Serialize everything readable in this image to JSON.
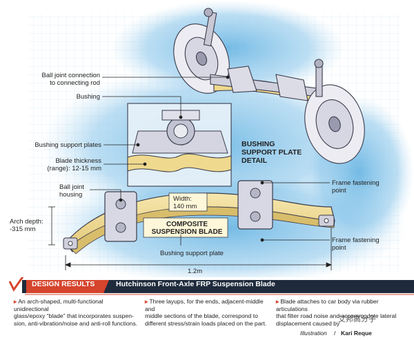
{
  "labels": {
    "ball_joint_connection_line1": "Ball joint connection",
    "ball_joint_connection_line2": "to  connecting rod",
    "bushing": "Bushing",
    "bushing_support_plates": "Bushing support plates",
    "blade_thickness_line1": "Blade thickness",
    "blade_thickness_line2": "(range): 12-15 mm",
    "ball_joint_housing_line1": "Ball joint",
    "ball_joint_housing_line2": "housing",
    "arch_depth_line1": "Arch depth:",
    "arch_depth_line2": "-315 mm",
    "width_line1": "Width:",
    "width_line2": "140 mm",
    "composite_line1": "COMPOSITE",
    "composite_line2": "SUSPENSION BLADE",
    "bushing_detail_line1": "BUSHING",
    "bushing_detail_line2": "SUPPORT PLATE",
    "bushing_detail_line3": "DETAIL",
    "frame_fastening_1_line1": "Frame fastening",
    "frame_fastening_1_line2": "point",
    "frame_fastening_2_line1": "Frame fastening",
    "frame_fastening_2_line2": "point",
    "bushing_support_plate": "Bushing support plate",
    "length": "1.2m"
  },
  "results": {
    "badge": "DESIGN RESULTS",
    "title": "Hutchinson Front-Axle FRP Suspension Blade",
    "columns": [
      {
        "line1": "An arch-shaped, multi-functional unidirectional",
        "line2": "glass/epoxy “blade” that incorporates suspen-",
        "line3": "sion, anti-vibration/noise and anti-roll functions."
      },
      {
        "line1": "Three layups, for the ends, adjacent-middle and",
        "line2": "middle sections of the blade, correspond to",
        "line3": "different stress/strain loads placed on the part."
      },
      {
        "line1": "Blade attaches to car body via rubber articulations",
        "line2": "that filter road noise and accommodate lateral",
        "line3": "displacement caused by"
      }
    ],
    "credit_label": "Illustration",
    "credit_name": "Kari Reque",
    "watermark": "艾邦高分子"
  },
  "colors": {
    "blade": "#f0dc96",
    "watercolor": "#6fb6e3",
    "accent": "#d5442c",
    "title_bar": "#1f2b3c",
    "outline": "#3a3a4a"
  }
}
